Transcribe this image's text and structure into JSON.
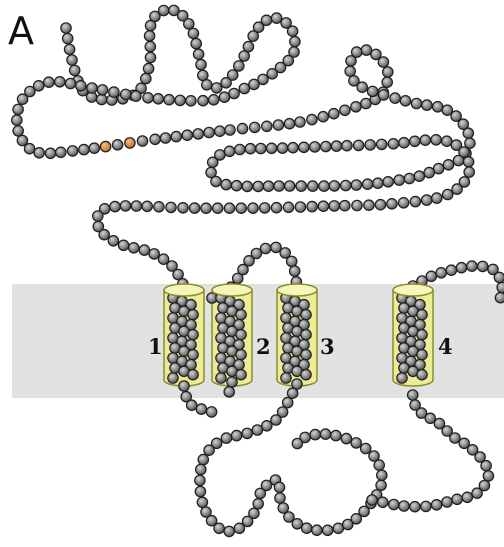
{
  "panel_label": "A",
  "helix_labels": [
    "1",
    "2",
    "3",
    "4"
  ],
  "colors": {
    "membrane": "#e2e2e2",
    "residue_fill": "#8a8a8a",
    "residue_stroke": "#1e1e1e",
    "helix_fill": "#ecec96",
    "helix_stroke": "#8c8c2c",
    "highlight_residue": "#d07a30",
    "label": "#111111"
  }
}
